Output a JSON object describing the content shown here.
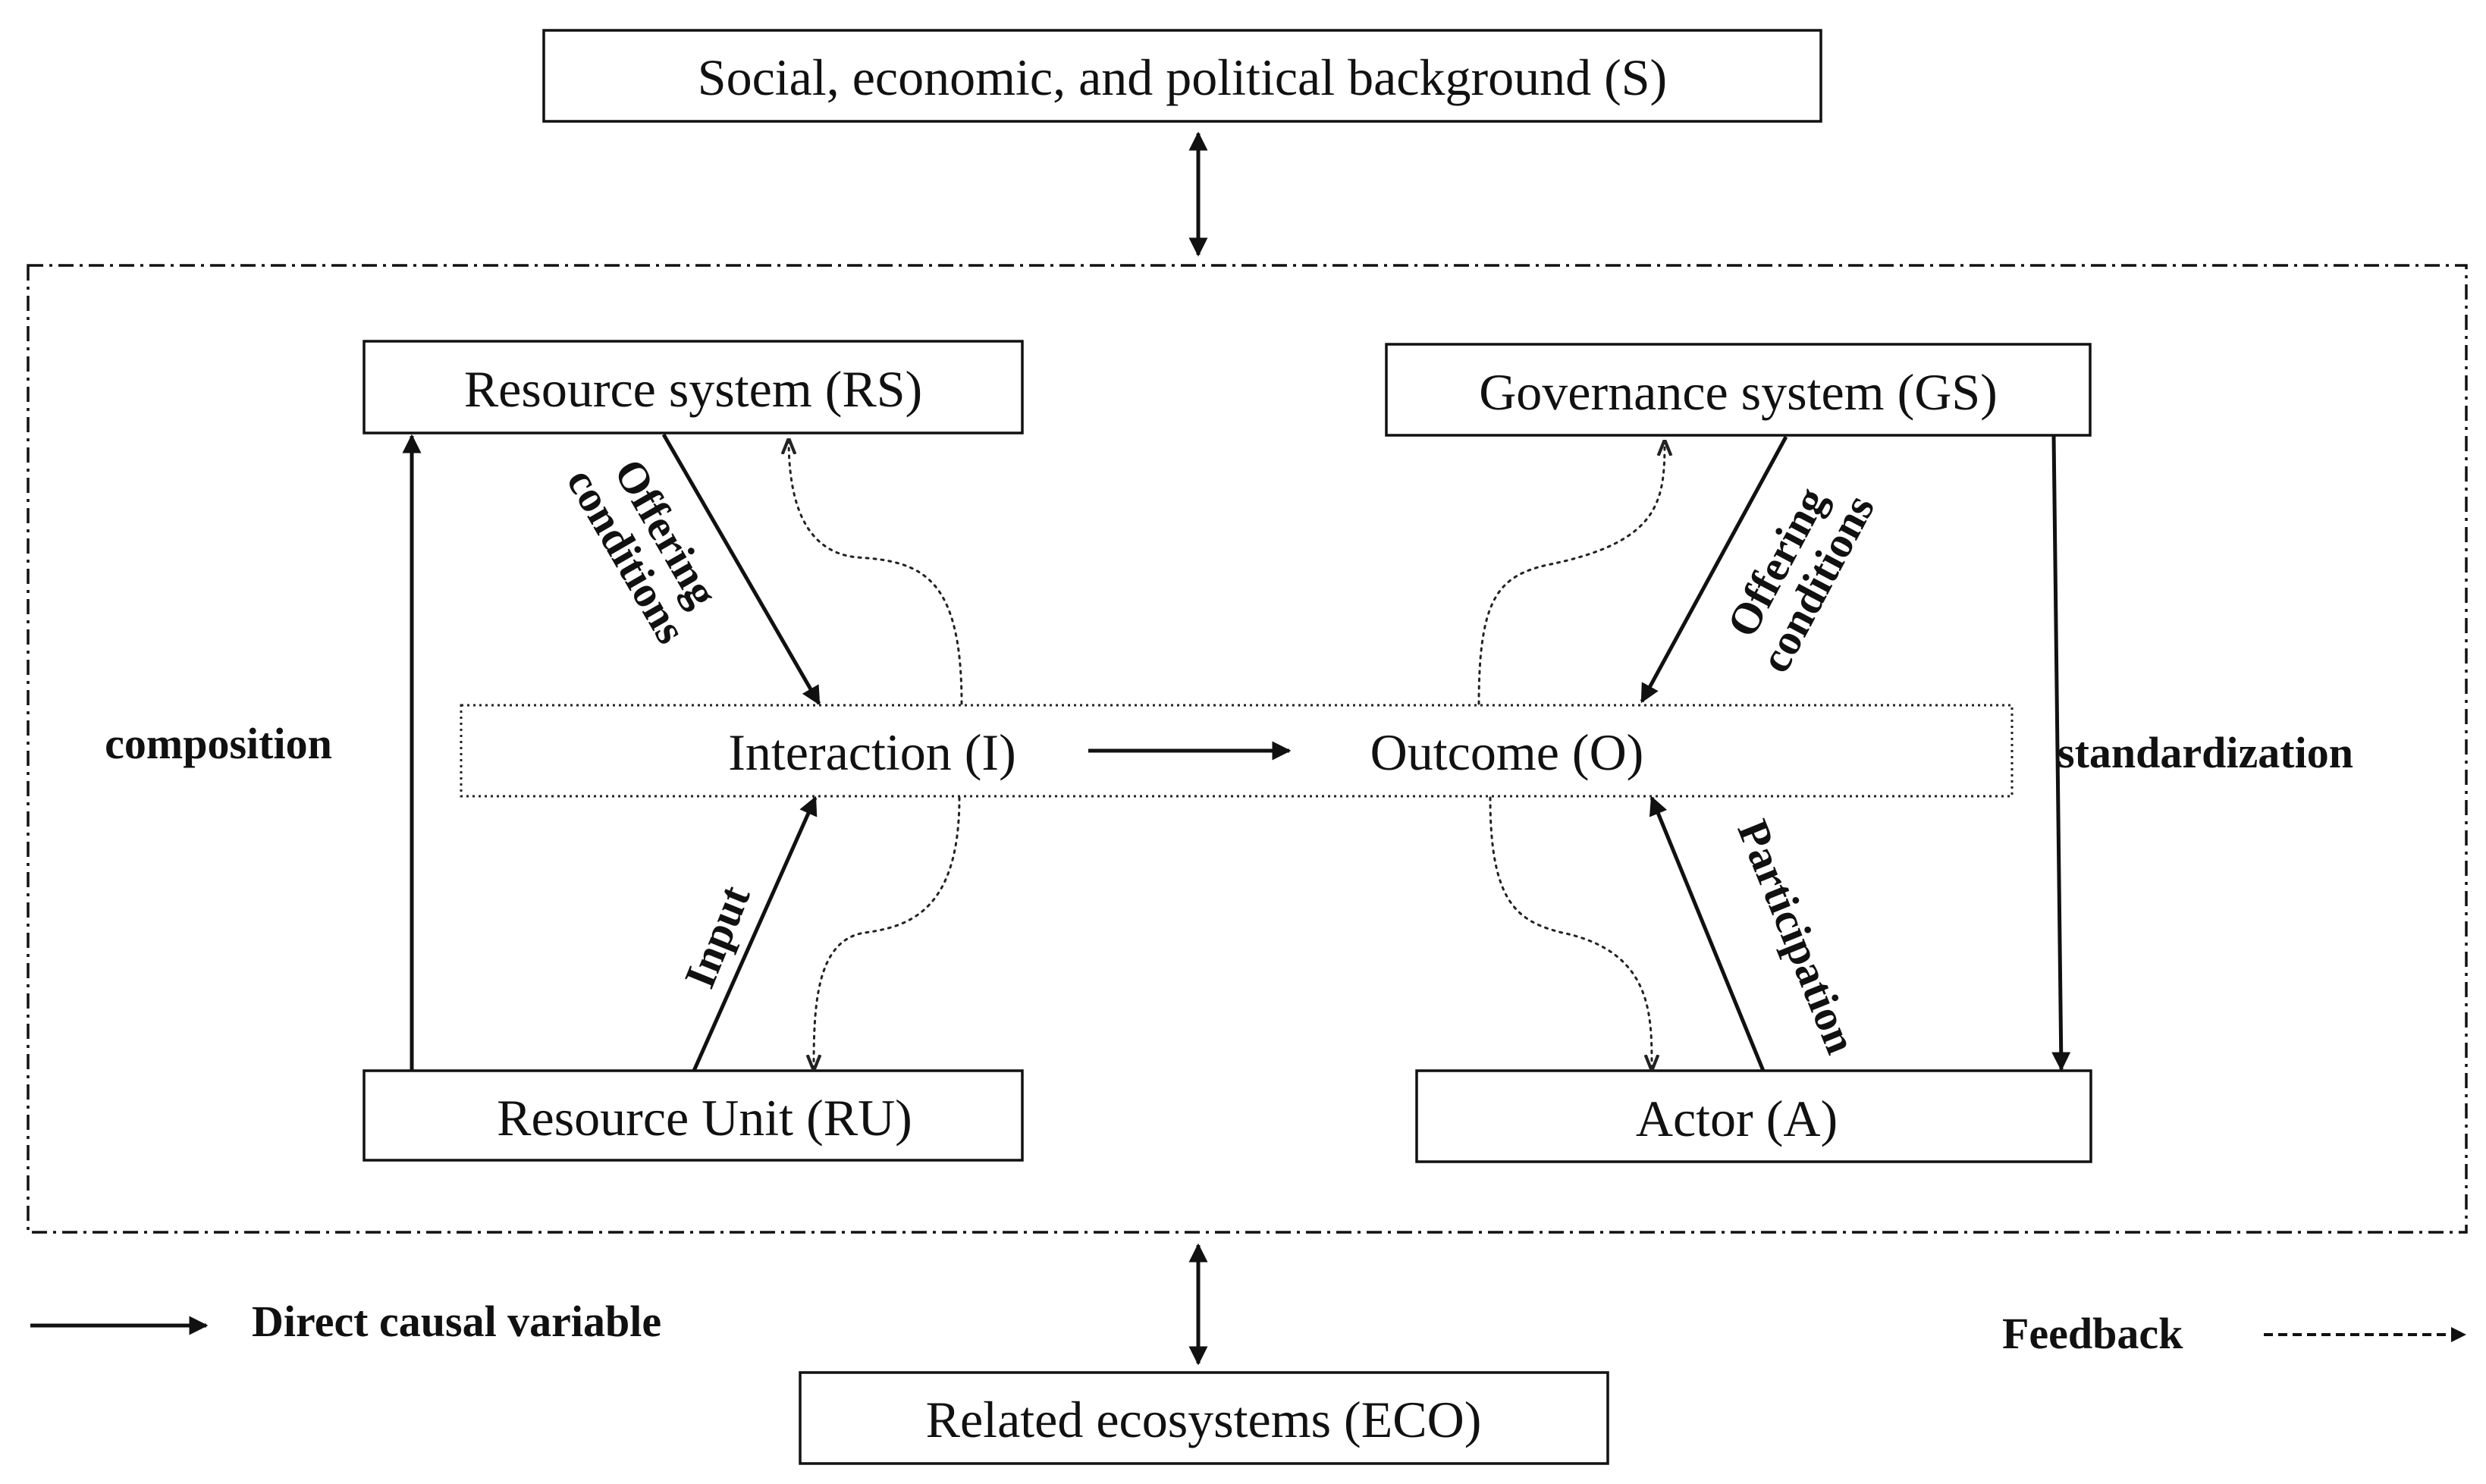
{
  "nodes": {
    "background": "Social,  economic, and political background (S)",
    "resource_system": "Resource system (RS)",
    "governance_system": "Governance system (GS)",
    "interaction": "Interaction (I)",
    "outcome": "Outcome (O)",
    "resource_unit": "Resource Unit  (RU)",
    "actor": "Actor (A)",
    "ecosystems": "Related ecosystems (ECO)"
  },
  "edge_labels": {
    "composition": "composition",
    "standardization": "standardization",
    "offering_1": "Offering",
    "conditions_1": "conditions",
    "offering_2": "Offering",
    "conditions_2": "conditions",
    "input": "Input",
    "participation": "Participation"
  },
  "legend": {
    "direct": "Direct causal variable",
    "feedback": "Feedback"
  }
}
